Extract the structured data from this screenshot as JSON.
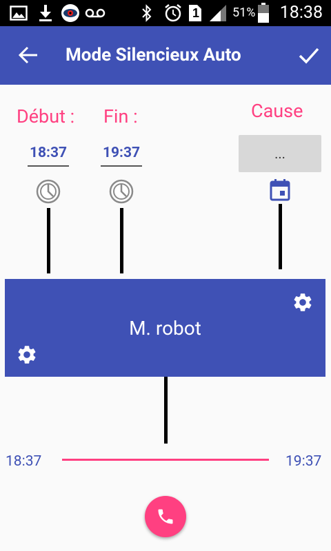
{
  "status_bar": {
    "battery_percent": "51%",
    "time": "18:38",
    "sim_slot": "1",
    "icons": [
      "image-icon",
      "download-icon",
      "eye-icon",
      "voicemail-icon",
      "bluetooth-icon",
      "alarm-icon",
      "sim-icon",
      "signal-icon",
      "battery-icon"
    ]
  },
  "app_bar": {
    "title": "Mode Silencieux Auto",
    "back_icon": "arrow-left-icon",
    "confirm_icon": "check-icon"
  },
  "form": {
    "start_label": "Début :",
    "end_label": "Fin :",
    "cause_label": "Cause",
    "start_time": "18:37",
    "end_time": "19:37",
    "cause_button_label": "..."
  },
  "robot_card": {
    "name": "M. robot"
  },
  "timeline": {
    "start": "18:37",
    "end": "19:37"
  },
  "colors": {
    "primary": "#3f51b5",
    "accent": "#ff4081",
    "status_bar": "#000000"
  }
}
